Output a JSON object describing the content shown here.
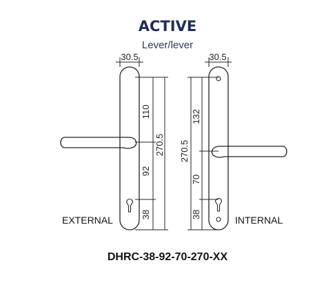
{
  "title": "ACTIVE",
  "subtitle": "Lever/lever",
  "external": {
    "label": "EXTERNAL",
    "width": "30.5",
    "total": "270.5",
    "upper": "110",
    "middle": "92",
    "lower": "38"
  },
  "internal": {
    "label": "INTERNAL",
    "width": "30.5",
    "total": "270.5",
    "upper": "132",
    "middle": "70",
    "lower": "38"
  },
  "product_code": "DHRC-38-92-70-270-XX"
}
